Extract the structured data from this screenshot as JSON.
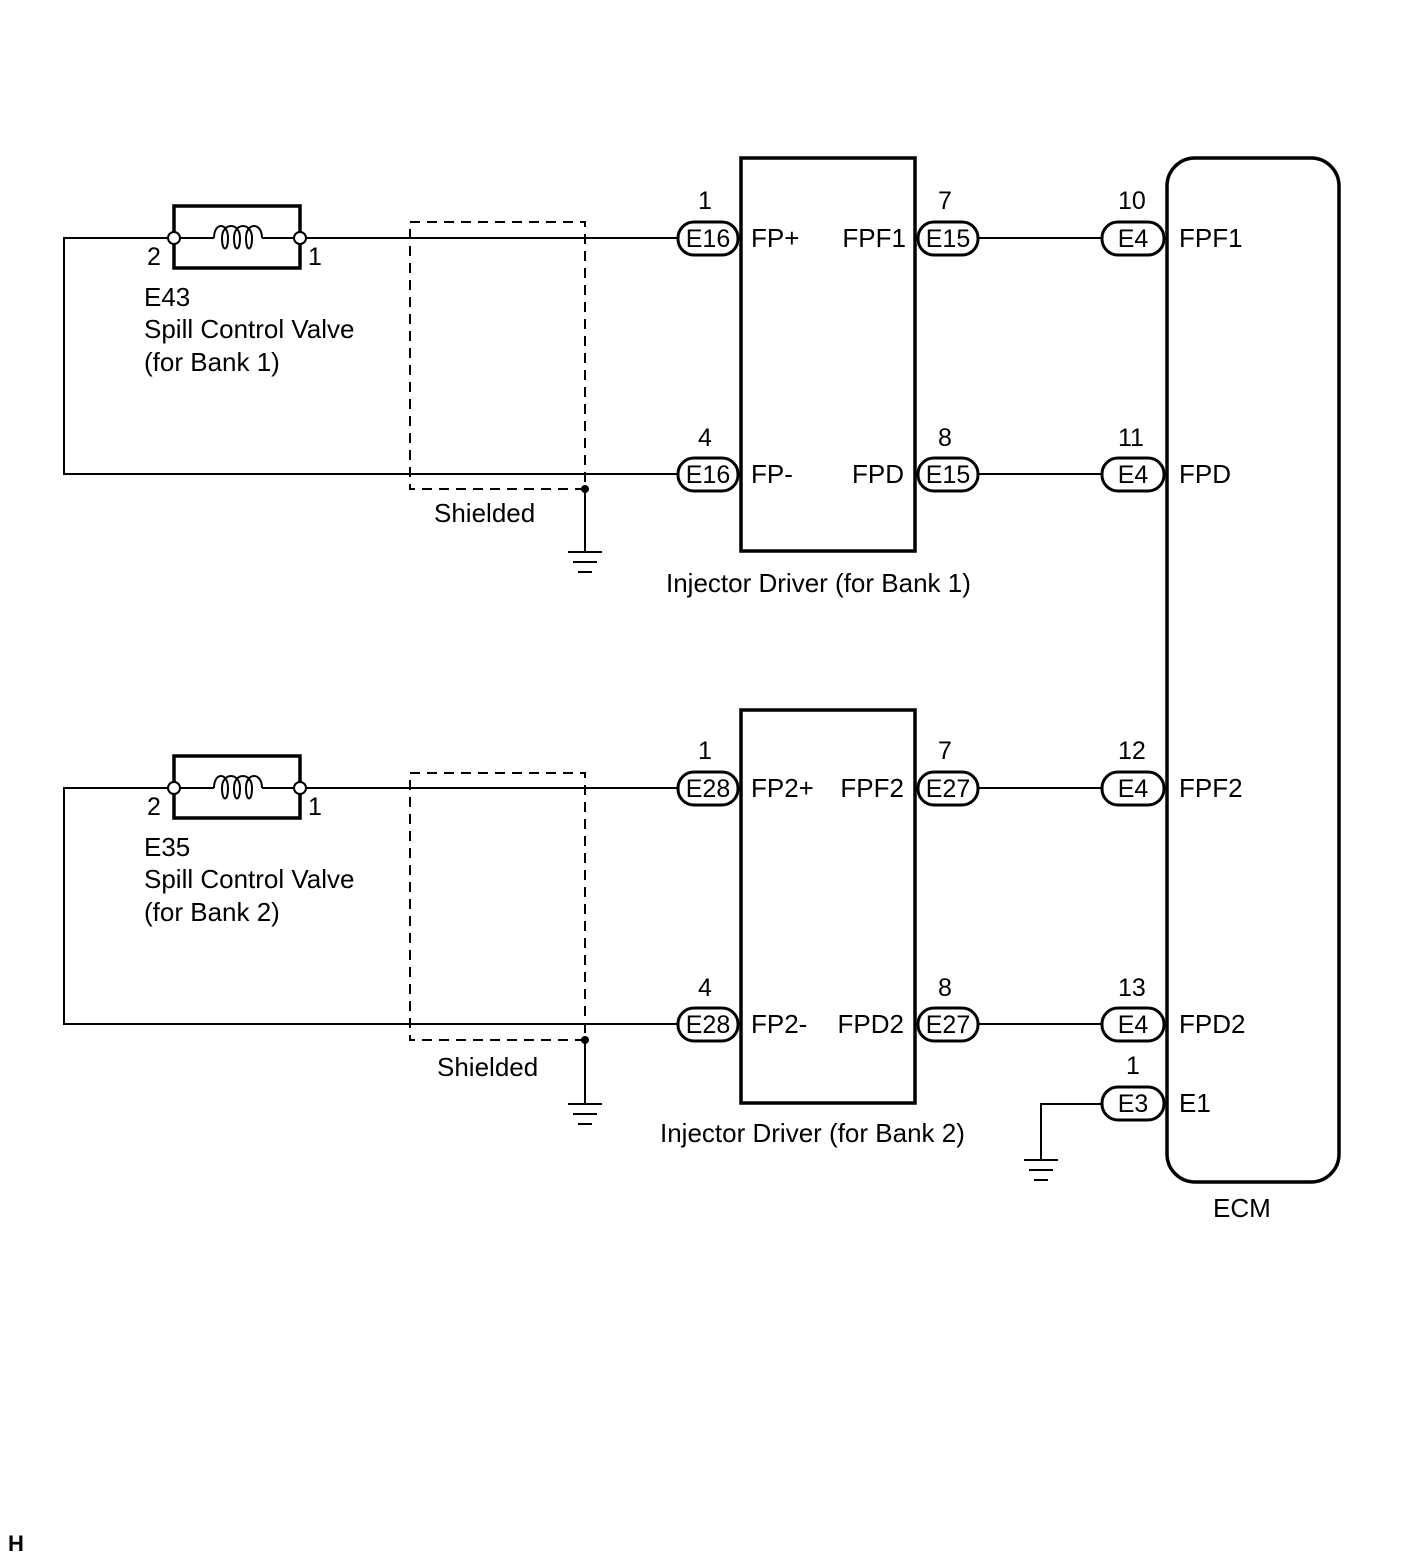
{
  "valves": [
    {
      "code": "E43",
      "name": "Spill Control Valve",
      "bank": "(for Bank 1)",
      "pin_left": "2",
      "pin_right": "1"
    },
    {
      "code": "E35",
      "name": "Spill Control Valve",
      "bank": "(for Bank 2)",
      "pin_left": "2",
      "pin_right": "1"
    }
  ],
  "shield_label": "Shielded",
  "drivers": [
    {
      "title": "Injector Driver (for Bank 1)",
      "in_terms": [
        {
          "pin": "1",
          "conn": "E16",
          "name": "FP+"
        },
        {
          "pin": "4",
          "conn": "E16",
          "name": "FP-"
        }
      ],
      "out_terms": [
        {
          "pin": "7",
          "conn": "E15",
          "name": "FPF1"
        },
        {
          "pin": "8",
          "conn": "E15",
          "name": "FPD"
        }
      ]
    },
    {
      "title": "Injector Driver (for Bank 2)",
      "in_terms": [
        {
          "pin": "1",
          "conn": "E28",
          "name": "FP2+"
        },
        {
          "pin": "4",
          "conn": "E28",
          "name": "FP2-"
        }
      ],
      "out_terms": [
        {
          "pin": "7",
          "conn": "E27",
          "name": "FPF2"
        },
        {
          "pin": "8",
          "conn": "E27",
          "name": "FPD2"
        }
      ]
    }
  ],
  "ecm": {
    "title": "ECM",
    "terms": [
      {
        "pin": "10",
        "conn": "E4",
        "name": "FPF1"
      },
      {
        "pin": "11",
        "conn": "E4",
        "name": "FPD"
      },
      {
        "pin": "12",
        "conn": "E4",
        "name": "FPF2"
      },
      {
        "pin": "13",
        "conn": "E4",
        "name": "FPD2"
      },
      {
        "pin": "1",
        "conn": "E3",
        "name": "E1"
      }
    ]
  },
  "corner_mark": "H"
}
